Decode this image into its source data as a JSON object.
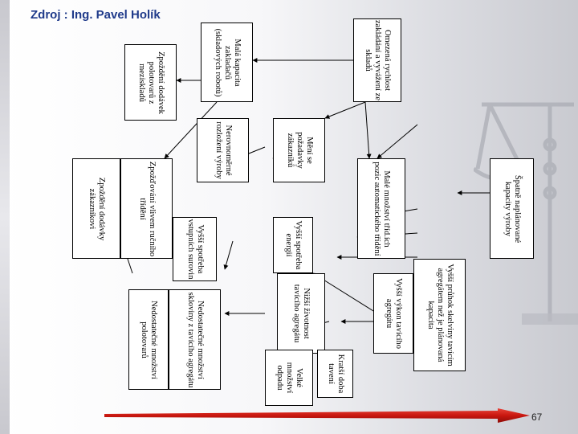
{
  "header": {
    "title": "Zdroj : Ing. Pavel Holík"
  },
  "page_number": "67",
  "nodes": {
    "omezena": "Omezená rychlost zakládání a vyvážení ze skladů",
    "mala_kapacita": "Malá kapacita zakladačů (skladových robotů)",
    "zpozdeni_polotovaru": "Zpoždění dodávek polotovarů z meziskladů",
    "spatne": "Špatně naplánované kapacity výroby",
    "meni_se": "Mění se požadavky zákazníků",
    "nerovnomerne": "Nerovnoměrné rozložení výroby",
    "male_mnozstvi": "Malé množství tříd.ích pozic automatického třídění",
    "vyssi_spotreba_energie": "Vyšší spotřeba energií",
    "vyssi_spotreba_surovin": "Vyšší spotřeba vstupních surovin",
    "zpozdovani_vlivem": "Zpožďování vlivem ručního třídění",
    "zpozdeni_zakaznikovi": "Zpoždění dodávky zákazníkovi",
    "vyssi_pruhok": "Vyšší průhok skelviny tavícím agregátem než je plánovaná kapacita",
    "vyssi_vykon": "Vyšší výkon tavícího agregátu",
    "nizsi_zivotnost": "Nižší životnost tavícího agregátu",
    "nedostatecne_skloviny": "Nedostatečné množství skloviny z tavícího agregátu",
    "nedostatecne_polotovaru": "Nedostatečné množství polotovarů",
    "kratsi_doba": "Kratší doba tavení",
    "velke_mnozstvi": "Velké množství odpadu"
  },
  "colors": {
    "header": "#1f3a8a",
    "arrow": "#c9170f",
    "box_border": "#000000",
    "box_fill": "#ffffff"
  }
}
